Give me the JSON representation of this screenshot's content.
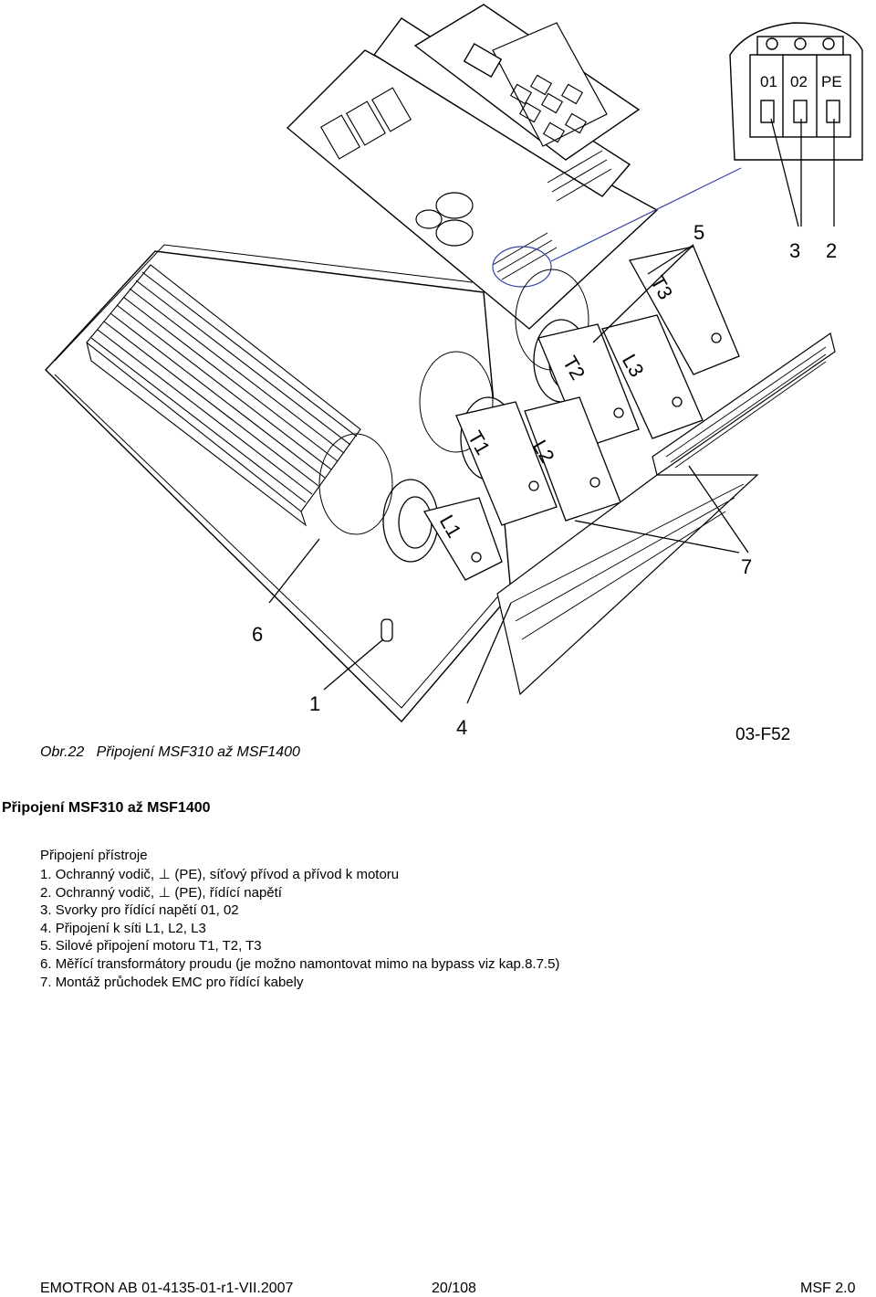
{
  "figure": {
    "code": "03-F52",
    "callouts": [
      "1",
      "2",
      "3",
      "4",
      "5",
      "6",
      "7"
    ],
    "terminal_labels": [
      "01",
      "02",
      "PE"
    ],
    "bus_labels": [
      "T3",
      "T2",
      "T1",
      "L3",
      "L2",
      "L1"
    ]
  },
  "caption": {
    "prefix": "Obr.22",
    "text": "Připojení MSF310 až MSF1400"
  },
  "section_title": "Připojení MSF310 až MSF1400",
  "subheading": "Připojení přístroje",
  "items": [
    {
      "num": "1.",
      "before": "Ochranný vodič,",
      "symbol": "⊥",
      "after": "(PE), síťový přívod a přívod k motoru"
    },
    {
      "num": "2.",
      "before": "Ochranný vodič,",
      "symbol": "⊥",
      "after": "(PE), řídící napětí"
    },
    {
      "num": "3.",
      "text": "Svorky pro řídící napětí 01, 02"
    },
    {
      "num": "4.",
      "text": "Připojení k síti L1, L2, L3"
    },
    {
      "num": "5.",
      "text": "Silové připojení motoru T1, T2, T3"
    },
    {
      "num": "6.",
      "text": "Měřící transformátory proudu (je možno namontovat mimo na bypass viz kap.8.7.5)"
    },
    {
      "num": "7.",
      "text": "Montáž průchodek EMC pro řídící kabely"
    }
  ],
  "footer": {
    "left": "EMOTRON AB 01-4135-01-r1-VII.2007",
    "center": "20/108",
    "right": "MSF 2.0"
  }
}
